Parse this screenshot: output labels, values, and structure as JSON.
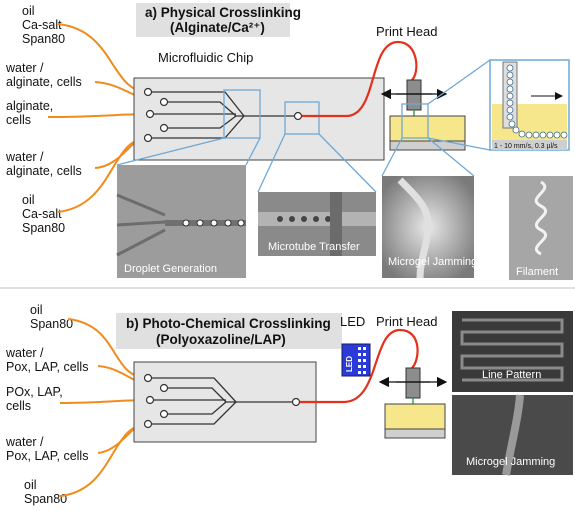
{
  "panel_a": {
    "title_line1": "a)  Physical Crosslinking",
    "title_line2": "(Alginate/Ca²⁺)",
    "inputs": [
      {
        "line1": "oil",
        "line2": "Ca-salt",
        "line3": "Span80"
      },
      {
        "line1": "water /",
        "line2": "alginate, cells",
        "line3": ""
      },
      {
        "line1": "alginate,",
        "line2": "cells",
        "line3": ""
      },
      {
        "line1": "water /",
        "line2": "alginate, cells",
        "line3": ""
      },
      {
        "line1": "oil",
        "line2": "Ca-salt",
        "line3": "Span80"
      }
    ],
    "chip_label": "Microfluidic Chip",
    "print_head_label": "Print Head",
    "speed_label": "1 - 10 mm/s, 0.3 µl/s",
    "photos": {
      "droplet": "Droplet Generation",
      "transfer": "Microtube Transfer",
      "jamming": "Microgel Jamming",
      "filament": "Filament"
    }
  },
  "panel_b": {
    "title_line1": "b)  Photo-Chemical Crosslinking",
    "title_line2": "(Polyoxazoline/LAP)",
    "inputs": [
      {
        "line1": "oil",
        "line2": "Span80",
        "line3": ""
      },
      {
        "line1": "water /",
        "line2": "Pox, LAP, cells",
        "line3": ""
      },
      {
        "line1": "POx, LAP,",
        "line2": "cells",
        "line3": ""
      },
      {
        "line1": "water /",
        "line2": "Pox, LAP, cells",
        "line3": ""
      },
      {
        "line1": "oil",
        "line2": "Span80",
        "line3": ""
      }
    ],
    "led_label": "LED",
    "led_box_text": "LED",
    "print_head_label": "Print Head",
    "photos": {
      "line_pattern": "Line Pattern",
      "jamming": "Microgel Jamming"
    }
  },
  "colors": {
    "feed_lines": "#f08c1e",
    "tubing": "#e3311b",
    "zoom_frames": "#6fa8d6",
    "substrate": "#f6e68c",
    "led_blue": "#2a3bd8"
  }
}
